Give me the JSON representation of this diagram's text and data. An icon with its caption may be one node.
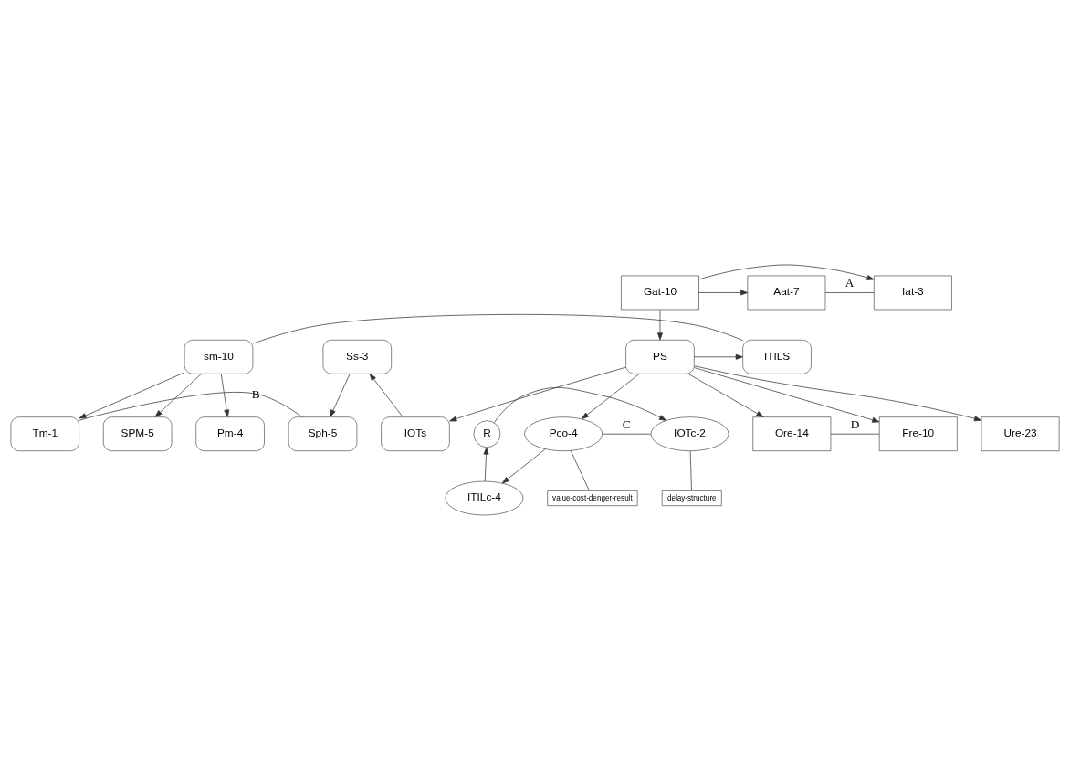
{
  "diagram": {
    "nodes": [
      {
        "text": [
          "Aat-7"
        ]
      },
      {
        "text": [
          "Gat-10"
        ]
      },
      {
        "text": [
          "Iat-3"
        ]
      },
      {
        "text": [
          "sm-10"
        ]
      },
      {
        "text": [
          "ITILS"
        ]
      },
      {
        "text": [
          "PS"
        ]
      },
      {
        "text": [
          "Ss-3"
        ]
      },
      {
        "text": [
          "Tm-1"
        ]
      },
      {
        "text": [
          "SPM-5"
        ]
      },
      {
        "text": [
          "Pm-4"
        ]
      },
      {
        "text": [
          "IOTs"
        ]
      },
      {
        "text": [
          "Sph-5"
        ]
      },
      {
        "text": [
          "Pco-4"
        ]
      },
      {
        "text": [
          "IOTc-2"
        ]
      },
      {
        "text": [
          "ITILc-4"
        ]
      },
      {
        "text": [
          "R"
        ]
      },
      {
        "text": [
          "value-cost-denger-result"
        ]
      },
      {
        "text": [
          "delay-structure"
        ]
      },
      {
        "text": [
          "Ore-14"
        ]
      },
      {
        "text": [
          "Ure-23"
        ]
      },
      {
        "text": [
          "Fre-10"
        ]
      }
    ],
    "edges": [
      {
        "from": 1,
        "to": 0,
        "arrow": "to"
      },
      {
        "from": 1,
        "to": 2,
        "arrow": "to"
      },
      {
        "from": 1,
        "to": 5,
        "arrow": "to"
      },
      {
        "from": 0,
        "to": 2,
        "arrow": "none",
        "label": "A"
      },
      {
        "from": 5,
        "to": 4,
        "arrow": "to"
      },
      {
        "from": 3,
        "to": 4,
        "arrow": "none"
      },
      {
        "from": 3,
        "to": 7,
        "arrow": "to"
      },
      {
        "from": 3,
        "to": 8,
        "arrow": "to"
      },
      {
        "from": 3,
        "to": 9,
        "arrow": "to"
      },
      {
        "from": 5,
        "to": 10,
        "arrow": "to"
      },
      {
        "from": 10,
        "to": 6,
        "arrow": "to"
      },
      {
        "from": 6,
        "to": 11,
        "arrow": "to"
      },
      {
        "from": 7,
        "to": 11,
        "arrow": "none",
        "label": "B"
      },
      {
        "from": 5,
        "to": 12,
        "arrow": "to"
      },
      {
        "from": 12,
        "to": 14,
        "arrow": "to"
      },
      {
        "from": 14,
        "to": 15,
        "arrow": "to"
      },
      {
        "from": 15,
        "to": 13,
        "arrow": "to"
      },
      {
        "from": 12,
        "to": 13,
        "arrow": "none",
        "label": "C"
      },
      {
        "from": 12,
        "to": 16,
        "arrow": "none"
      },
      {
        "from": 13,
        "to": 17,
        "arrow": "none"
      },
      {
        "from": 5,
        "to": 18,
        "arrow": "to"
      },
      {
        "from": 5,
        "to": 19,
        "arrow": "to"
      },
      {
        "from": 5,
        "to": 20,
        "arrow": "to"
      },
      {
        "from": 18,
        "to": 20,
        "arrow": "none",
        "label": "D"
      }
    ]
  }
}
